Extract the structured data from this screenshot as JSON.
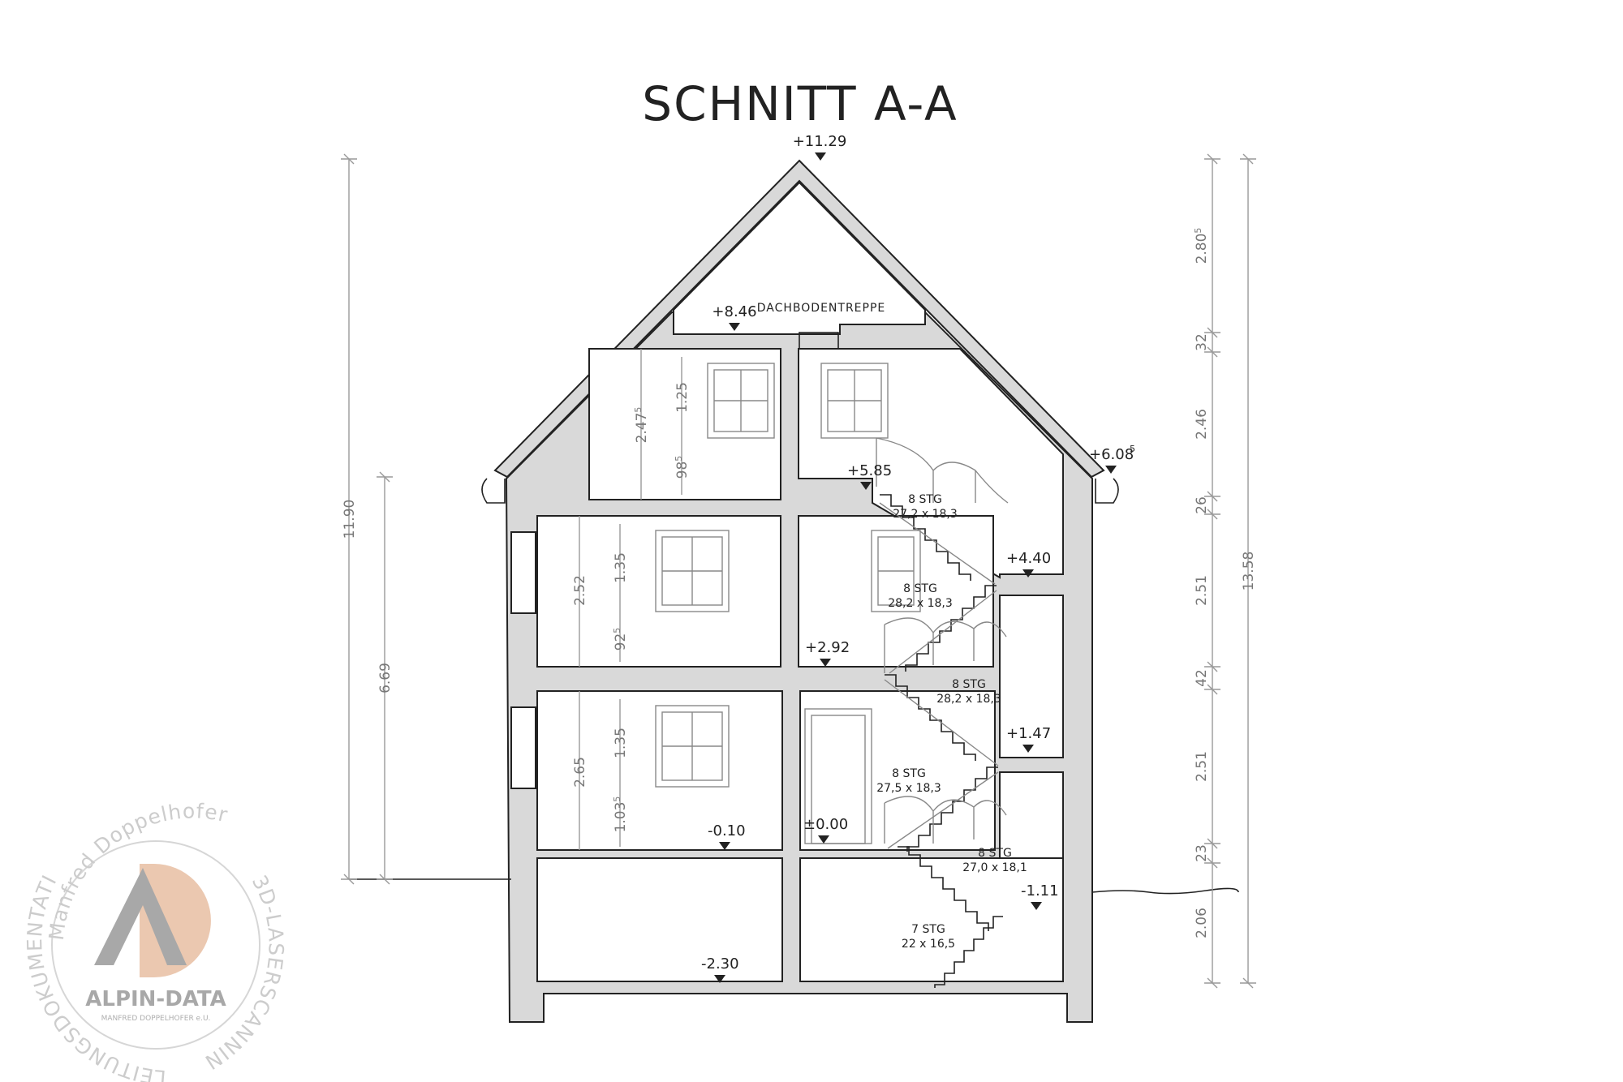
{
  "title": "SCHNITT A-A",
  "attic_label": "DACHBODENTREPPE",
  "levels": {
    "ridge": "+11.29",
    "attic": "+8.46",
    "eave": "+6.08",
    "eave_sup": "5",
    "l585": "+5.85",
    "l440": "+4.40",
    "l292": "+2.92",
    "l147": "+1.47",
    "l000": "±0.00",
    "lm010": "-0.10",
    "lm111": "-1.11",
    "lm230": "-2.30"
  },
  "stairs": [
    {
      "count": "8 STG",
      "size": "27,2 x 18,3"
    },
    {
      "count": "8 STG",
      "size": "28,2 x 18,3"
    },
    {
      "count": "8 STG",
      "size": "28,2 x 18,3"
    },
    {
      "count": "8 STG",
      "size": "27,5 x 18,3"
    },
    {
      "count": "8 STG",
      "size": "27,0 x 18,1"
    },
    {
      "count": "7 STG",
      "size": "22 x 16,5"
    }
  ],
  "dims_left": {
    "total": "11.90",
    "partial": "6.69"
  },
  "dims_right_inner": [
    {
      "main": "2.80",
      "sup": "5"
    },
    {
      "main": "32",
      "sup": ""
    },
    {
      "main": "2.46",
      "sup": ""
    },
    {
      "main": "26",
      "sup": ""
    },
    {
      "main": "2.51",
      "sup": ""
    },
    {
      "main": "42",
      "sup": ""
    },
    {
      "main": "2.51",
      "sup": ""
    },
    {
      "main": "23",
      "sup": ""
    },
    {
      "main": "2.06",
      "sup": ""
    }
  ],
  "dims_right_total": "13.58",
  "dims_floors": [
    {
      "h": "2.47",
      "hs": "5",
      "w": "1.25",
      "ws": "",
      "p": "98",
      "ps": "5"
    },
    {
      "h": "2.52",
      "hs": "",
      "w": "1.35",
      "ws": "",
      "p": "92",
      "ps": "5"
    },
    {
      "h": "2.65",
      "hs": "",
      "w": "1.35",
      "ws": "",
      "p": "1.03",
      "ps": "5"
    }
  ],
  "watermark": {
    "top_arc": "Manfred Doppelhofer",
    "right_arc": "3D-LASERSCANNING",
    "left_arc": "LEITUNGSDOKUMENTATION",
    "brand": "ALPIN-DATA",
    "sub": "MANFRED DOPPELHOFER e.U.",
    "logo_letters": "AD",
    "colors": {
      "grey": "#9a9a9a",
      "peach": "#e8bfa3"
    }
  }
}
